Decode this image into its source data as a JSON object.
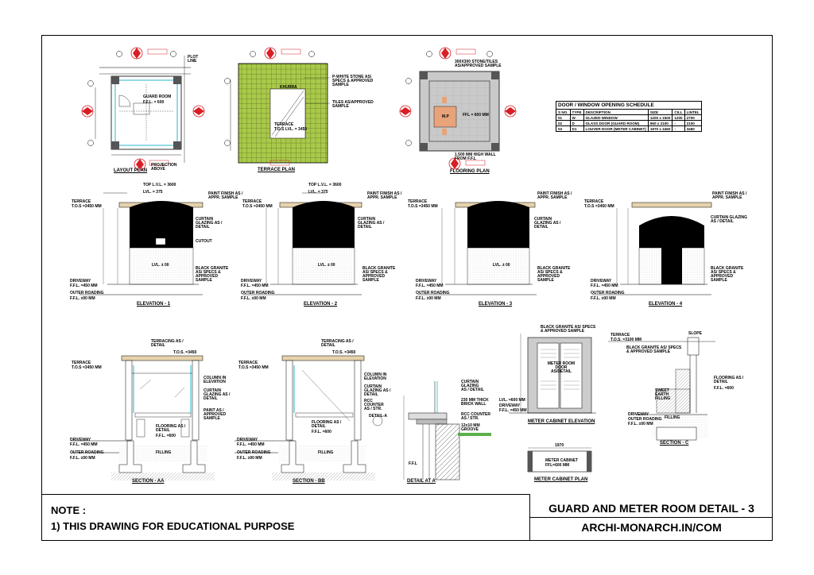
{
  "plans": {
    "layout_title": "LAYOUT PLAN",
    "terrace_title": "TERRACE PLAN",
    "flooring_title": "FLOORING PLAN",
    "guard_room": "GUARD ROOM",
    "ffl": "F.F.L. = 600",
    "plot_line": "PLOT LINE",
    "projection": "PROJECTION ABOVE",
    "stone_note": "P-WHITE STONE AS/ SPECS & APPROVED SAMPLE",
    "tiles_note": "TILES AS/APPROVED SAMPLE",
    "khurra": "KHURRA",
    "terrace": "TERRACE",
    "tos": "T.O.S LVL. = 3450",
    "tiles_top": "300X300 STONE/TILES AS/APPROVED SAMPLE",
    "ffl_floor": "FFL = 600 MM",
    "high_wall": "1.500 MM HIGH WALL FROM F.F.L",
    "elevation_tag": "ELEVATION",
    "mp": "M.P"
  },
  "schedule": {
    "title": "DOOR /  WINDOW OPENING SCHEDULE",
    "headers": [
      "S NO.",
      "TYPE",
      "DESCRIPTION",
      "SIZE",
      "CILL",
      "LINTEL"
    ],
    "rows": [
      [
        "01",
        "W",
        "GLAZED WINDOW",
        "1200 x 1500",
        "1200",
        "2700"
      ],
      [
        "02",
        "D",
        "GLASS DOOR (GUARD ROOM)",
        "960 x 2100",
        "-",
        "2100"
      ],
      [
        "03",
        "D1",
        "LOUVER DOOR (METER CABINET)",
        "1970 x 3460",
        "-",
        "3460"
      ]
    ]
  },
  "elevations": {
    "titles": [
      "ELEVATION - 1",
      "ELEVATION - 2",
      "ELEVATION - 3",
      "ELEVATION - 4"
    ],
    "top_lvl": "TOP L.V.L. = 3600",
    "lvl_375": "LVL. = 375",
    "terrace": "TERRACE",
    "tos": "T.O.S =3450 MM",
    "paint": "PAINT FINISH AS / APPR. SAMPLE",
    "curtain": "CURTAIN GLAZING AS / DETAIL",
    "cutout": "CUTOUT",
    "lvl_0": "LVL. ± 00",
    "granite": "BLACK GRANITE AS/ SPECS & APPROVED SAMPLE",
    "driveway": "DRIVEWAY",
    "ffl_driveway": "F.F.L. =450 MM",
    "outer_road": "OUTER ROADING",
    "ffl_road": "F.F.L. ±00 MM"
  },
  "sections": {
    "aa_title": "SECTION - AA",
    "bb_title": "SECTION - BB",
    "detail_a_title": "DETAIL AT A",
    "cabinet_elev_title": "METER CABINET ELEVATION",
    "cabinet_plan_title": "METER CABINET PLAN",
    "c_title": "SECTION - C",
    "terracing": "TERRACING AS / DETAIL",
    "tos": "T.O.S. =3450",
    "column": "COLUMN IN ELEVATION",
    "curtain": "CURTAIN GLAZING AS / DETAIL",
    "paint": "PAINT AS / APPROVED SAMPLE",
    "flooring": "FLOORING AS / DETAIL",
    "ffl600": "F.F.L. =600",
    "rcc_counter": "RCC COUNTER AS / STR.",
    "detail_a": "DETAIL-A",
    "filling": "FILLING",
    "brick_wall": "230 MM THICK BRICK WALL",
    "rcc_counter2": "RCC COUNTER AS / STR.",
    "groove": "12x10 MM GROOVE",
    "ffl_short": "F.F.L",
    "granite_cab": "BLACK GRANITE AS/ SPECS & APPROVED SAMPLE",
    "meter_room": "METER ROOM DOOR AS/DETAIL",
    "lvl_600": "LVL. =600 MM",
    "meter_cabinet": "METER CABINET",
    "meter_ffl": "FFL=600 MM",
    "tos_c": "T.O.S. =3100 MM",
    "slope": "SLOPE",
    "granite_c": "BLACK GRANITE AS/ SPECS & APPROVED SAMPLE",
    "flooring_c": "FLOORING AS / DETAIL",
    "ffl_c": "F.F.L. =600",
    "sweet_earth": "SWEET EARTH FILLING",
    "filling_c": "FILLING",
    "dim_1970": "1970"
  },
  "footer": {
    "note_head": "NOTE :",
    "note_line": "1) THIS DRAWING FOR EDUCATIONAL PURPOSE",
    "title": "GUARD AND METER ROOM DETAIL - 3",
    "site": "ARCHI-MONARCH.IN/COM"
  },
  "colors": {
    "accent_red": "#d81f26",
    "grid_green": "#a9c94a",
    "glass_cyan": "#6fd0dc",
    "hatch_gray": "#888888"
  }
}
